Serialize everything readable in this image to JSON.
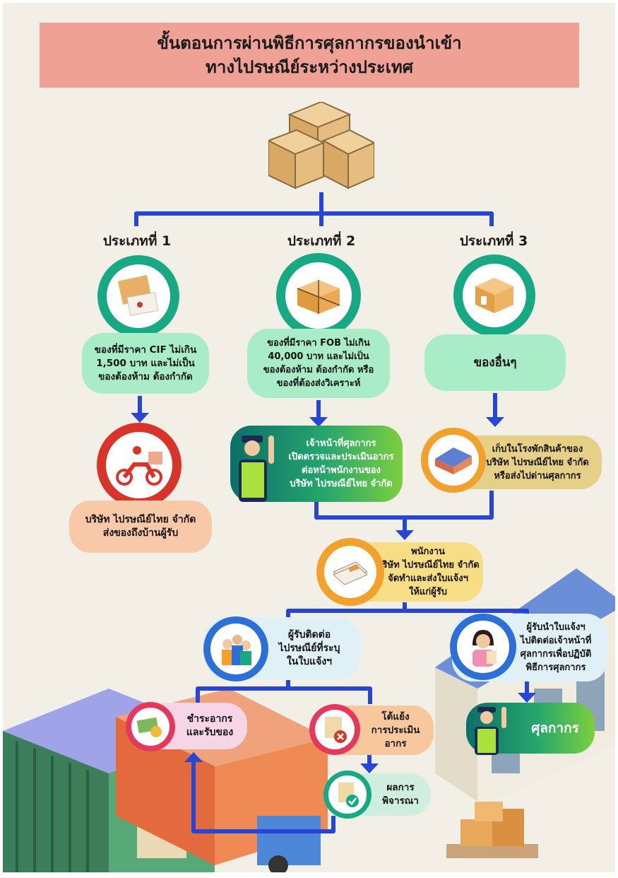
{
  "title": {
    "line1": "ขั้นตอนการผ่านพิธีการศุลกากรของนำเข้า",
    "line2": "ทางไปรษณีย์ระหว่างประเทศ"
  },
  "categories": [
    {
      "heading": "ประเภทที่ 1",
      "desc_lines": [
        "ของที่มีราคา CIF ไม่เกิน",
        "1,500 บาท และไม่เป็น",
        "ของต้องห้าม ต้องกำกัด"
      ]
    },
    {
      "heading": "ประเภทที่ 2",
      "desc_lines": [
        "ของที่มีราคา FOB ไม่เกิน",
        "40,000 บาท และไม่เป็น",
        "ของต้องห้าม ต้องกำกัด หรือ",
        "ของที่ต้องส่งวิเคราะห์"
      ]
    },
    {
      "heading": "ประเภทที่ 3",
      "desc_lines": [
        "ของอื่นๆ"
      ]
    }
  ],
  "steps": {
    "delivery": [
      "บริษัท ไปรษณีย์ไทย จำกัด",
      "ส่งของถึงบ้านผู้รับ"
    ],
    "inspection": [
      "เจ้าหน้าที่ศุลกากร",
      "เปิดตรวจและประเมินอากร",
      "ต่อหน้าพนักงานของ",
      "บริษัท ไปรษณีย์ไทย จำกัด"
    ],
    "warehouse": [
      "เก็บในโรงพักสินค้าของ",
      "บริษัท ไปรษณีย์ไทย จำกัด",
      "หรือส่งไปด่านศุลกากร"
    ],
    "notice": [
      "พนักงาน",
      "บริษัท ไปรษณีย์ไทย จำกัด",
      "จัดทำและส่งใบแจ้งฯ",
      "ให้แก่ผู้รับ"
    ],
    "contact_post": [
      "ผู้รับติดต่อ",
      "ไปรษณีย์ที่ระบุ",
      "ในใบแจ้งฯ"
    ],
    "contact_customs": [
      "ผู้รับนำใบแจ้งฯ",
      "ไปติดต่อเจ้าหน้าที่",
      "ศุลกากรเพื่อปฏิบัติ",
      "พิธีการศุลกากร"
    ],
    "pay": [
      "ชำระอากร",
      "และรับของ"
    ],
    "appeal": [
      "โต้แย้ง",
      "การประเมิน",
      "อากร"
    ],
    "result": [
      "ผลการ",
      "พิจารณา"
    ],
    "customs": [
      "ศุลกากร"
    ]
  },
  "colors": {
    "arrow": "#2546d6",
    "ring_green": "#17a884",
    "ring_red": "#d8342a",
    "ring_orange": "#f2a12c",
    "title_bg": "#f0a195"
  }
}
